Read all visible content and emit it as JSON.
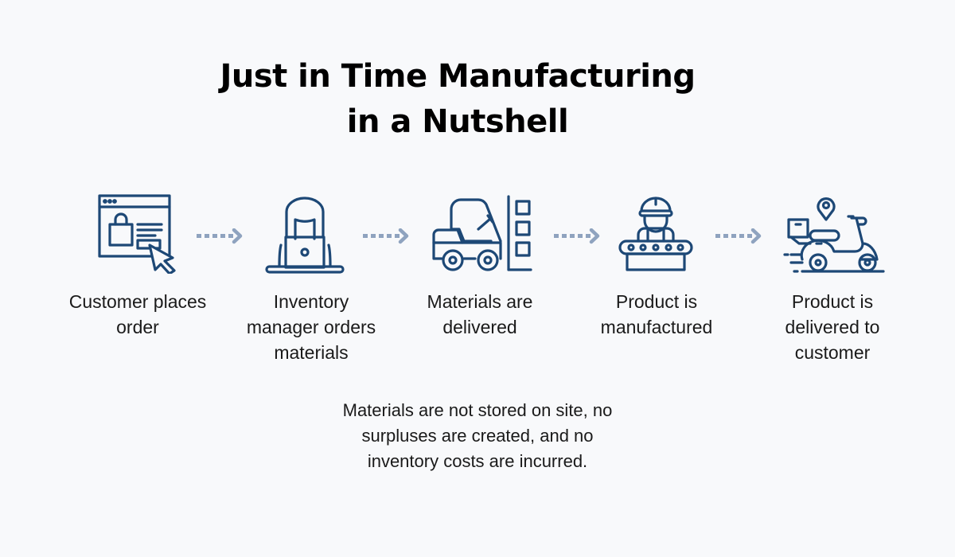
{
  "title": {
    "line1": "Just in Time Manufacturing",
    "line2": "in a Nutshell"
  },
  "colors": {
    "background": "#f8f9fb",
    "icon": "#1d4876",
    "arrow": "#8fa3bf",
    "text": "#1a1a1a",
    "title": "#000000"
  },
  "steps": [
    {
      "icon": "online-shop-cursor-icon",
      "label_line1": "Customer places",
      "label_line2": "order",
      "label_line3": ""
    },
    {
      "icon": "person-laptop-icon",
      "label_line1": "Inventory",
      "label_line2": "manager orders",
      "label_line3": "materials"
    },
    {
      "icon": "forklift-icon",
      "label_line1": "Materials are",
      "label_line2": "delivered",
      "label_line3": ""
    },
    {
      "icon": "worker-conveyor-icon",
      "label_line1": "Product is",
      "label_line2": "manufactured",
      "label_line3": ""
    },
    {
      "icon": "delivery-scooter-icon",
      "label_line1": "Product is",
      "label_line2": "delivered to",
      "label_line3": "customer"
    }
  ],
  "arrows": [
    "dotted-arrow-icon",
    "dotted-arrow-icon",
    "dotted-arrow-icon",
    "dotted-arrow-icon"
  ],
  "note": {
    "line1": "Materials are not stored on site, no",
    "line2": "surpluses are created, and no",
    "line3": "inventory costs are incurred."
  }
}
